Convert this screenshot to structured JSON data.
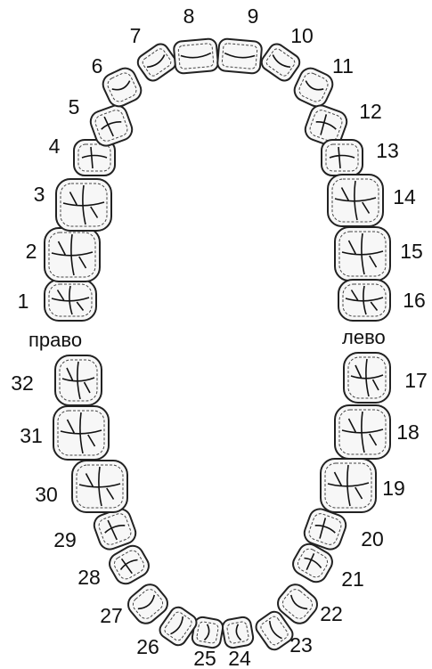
{
  "side_labels": {
    "right": "право",
    "left": "лево"
  },
  "teeth": [
    {
      "number": "1",
      "type": "molar"
    },
    {
      "number": "2",
      "type": "molar"
    },
    {
      "number": "3",
      "type": "molar"
    },
    {
      "number": "4",
      "type": "premolar"
    },
    {
      "number": "5",
      "type": "premolar"
    },
    {
      "number": "6",
      "type": "canine"
    },
    {
      "number": "7",
      "type": "incisor"
    },
    {
      "number": "8",
      "type": "incisor"
    },
    {
      "number": "9",
      "type": "incisor"
    },
    {
      "number": "10",
      "type": "incisor"
    },
    {
      "number": "11",
      "type": "canine"
    },
    {
      "number": "12",
      "type": "premolar"
    },
    {
      "number": "13",
      "type": "premolar"
    },
    {
      "number": "14",
      "type": "molar"
    },
    {
      "number": "15",
      "type": "molar"
    },
    {
      "number": "16",
      "type": "molar"
    },
    {
      "number": "17",
      "type": "molar"
    },
    {
      "number": "18",
      "type": "molar"
    },
    {
      "number": "19",
      "type": "molar"
    },
    {
      "number": "20",
      "type": "premolar"
    },
    {
      "number": "21",
      "type": "premolar"
    },
    {
      "number": "22",
      "type": "canine"
    },
    {
      "number": "23",
      "type": "incisor"
    },
    {
      "number": "24",
      "type": "incisor"
    },
    {
      "number": "25",
      "type": "incisor"
    },
    {
      "number": "26",
      "type": "incisor"
    },
    {
      "number": "27",
      "type": "canine"
    },
    {
      "number": "28",
      "type": "premolar"
    },
    {
      "number": "29",
      "type": "premolar"
    },
    {
      "number": "30",
      "type": "molar"
    },
    {
      "number": "31",
      "type": "molar"
    },
    {
      "number": "32",
      "type": "molar"
    }
  ]
}
